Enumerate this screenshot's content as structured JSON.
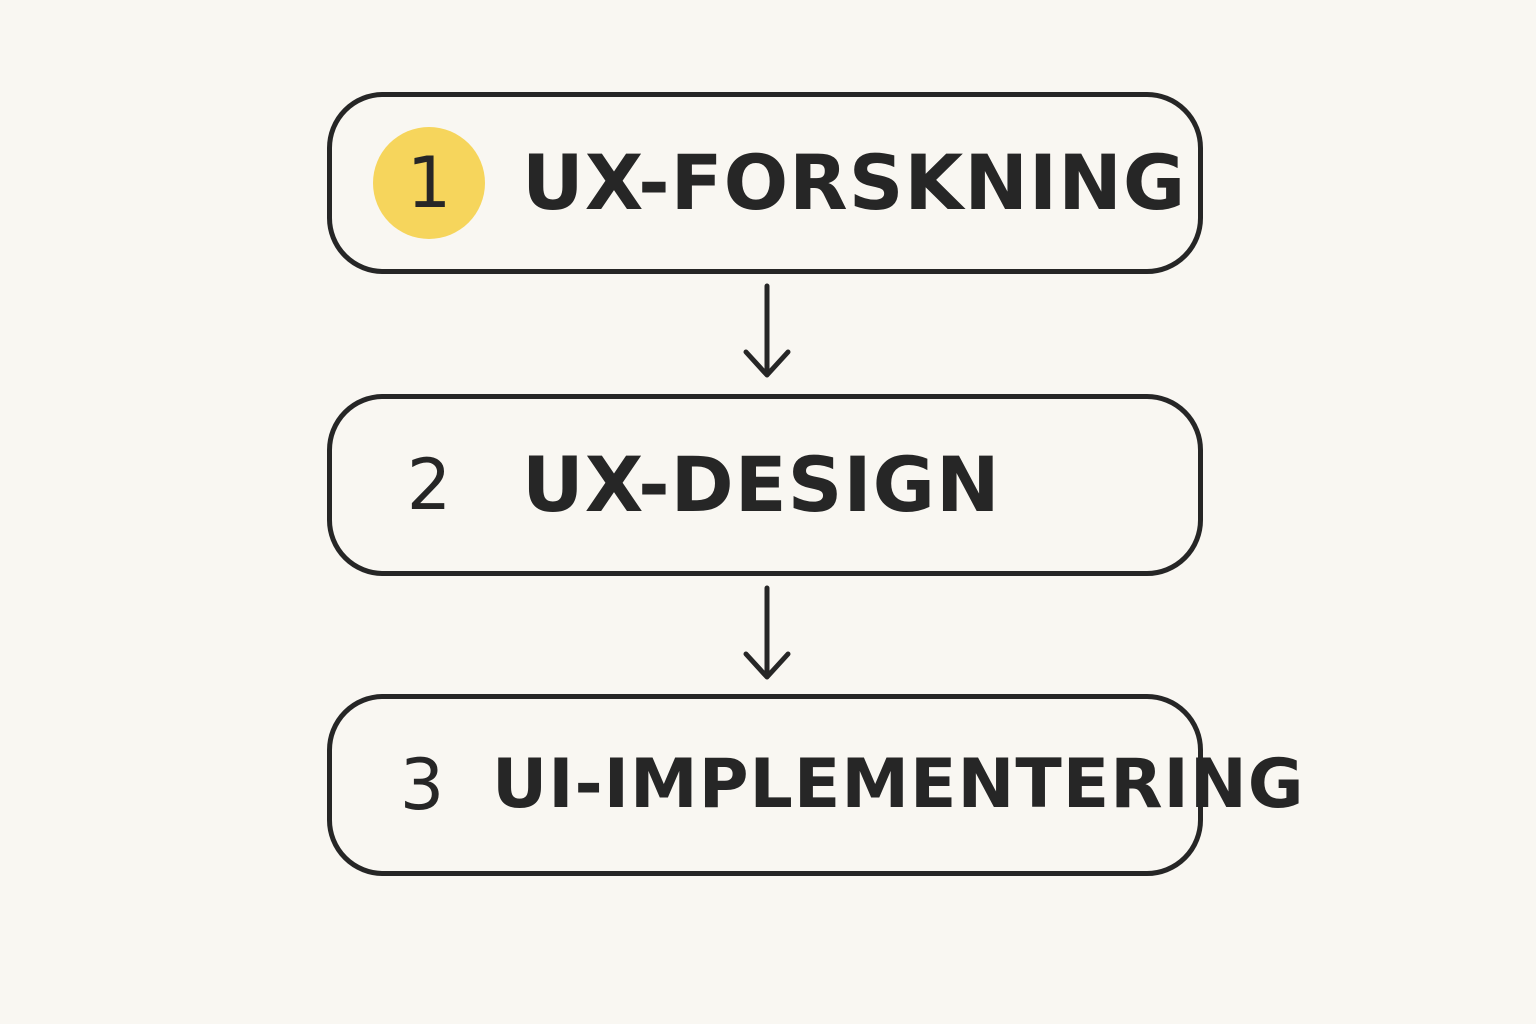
{
  "colors": {
    "background": "#f9f7f2",
    "ink": "#262626",
    "highlight": "#f6d55c"
  },
  "steps": [
    {
      "number": "1",
      "label": "UX-FORSKNING"
    },
    {
      "number": "2",
      "label": "UX-DESIGN"
    },
    {
      "number": "3",
      "label": "UI-IMPLEMENTERING"
    }
  ]
}
